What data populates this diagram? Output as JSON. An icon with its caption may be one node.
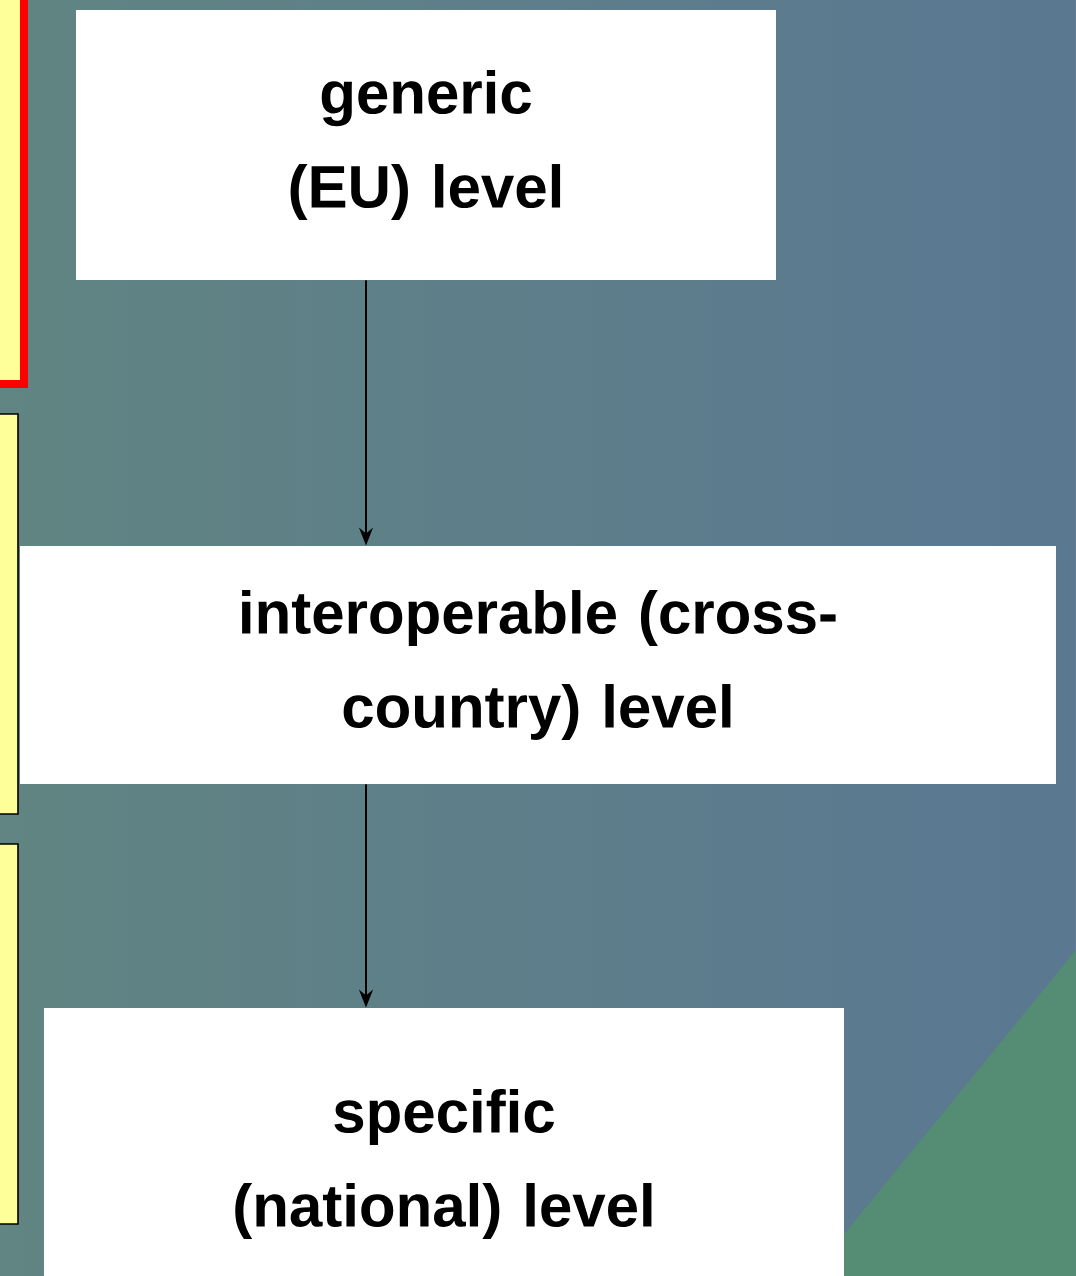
{
  "diagram": {
    "nodes": [
      {
        "text": [],
        "shape": "box"
      },
      {
        "text": [],
        "shape": "box"
      },
      {
        "text": [],
        "shape": "box"
      },
      {
        "text": [
          "generic (EU) level"
        ]
      },
      {
        "text": [
          "interoperable (cross-country) level"
        ]
      },
      {
        "text": [
          "specific (national) level"
        ]
      }
    ],
    "edges": [
      {
        "from": 3,
        "to": 4,
        "arrow": "to"
      },
      {
        "from": 4,
        "to": 5,
        "arrow": "to"
      }
    ]
  }
}
